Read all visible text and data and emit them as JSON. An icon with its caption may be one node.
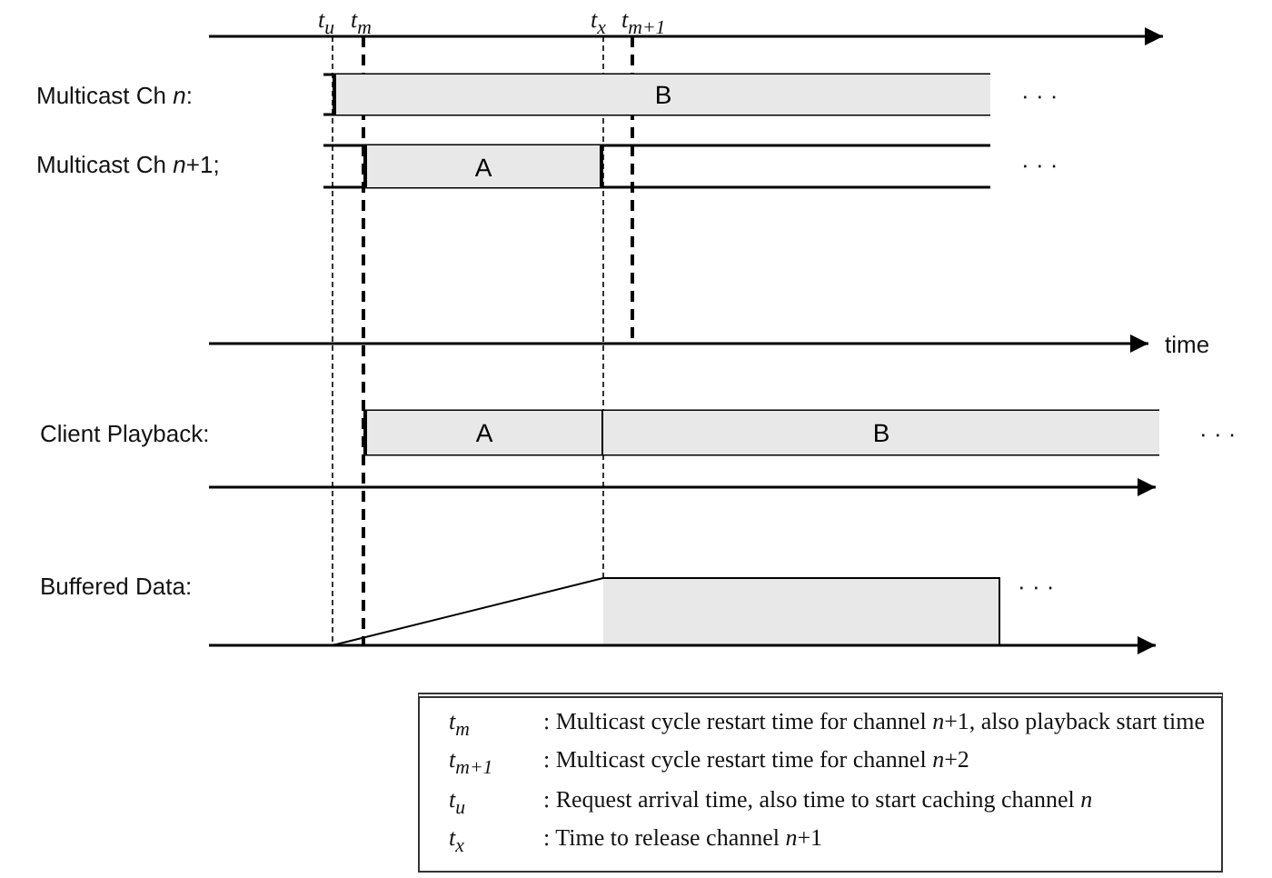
{
  "diagram": {
    "nodes": [
      {
        "text": [
          "B"
        ]
      },
      {
        "text": [
          "A"
        ]
      },
      {
        "text": [
          "A"
        ]
      },
      {
        "text": [
          "B"
        ]
      },
      {
        "text": [
          "t$_{m}$",
          ": Multicast cycle restart time for channel *n*+1, also playback start time",
          "t$_{m+1}$",
          ": Multicast cycle restart time for channel *n*+2",
          "t$_{u}$",
          ": Request arrival time, also time to start caching channel *n*",
          "t$_{x}$",
          ": Time to release channel *n*+1"
        ]
      }
    ],
    "labels": [
      "t$_{u}$",
      "t$_{m}$",
      "t$_{x}$",
      "t$_{m+1}$",
      "Multicast Ch *n*:",
      "· · ·",
      "Multicast Ch *n*+1;",
      "· · ·",
      "time",
      "Client Playback:",
      "· · ·",
      "Buffered Data:",
      "· · ·"
    ]
  }
}
